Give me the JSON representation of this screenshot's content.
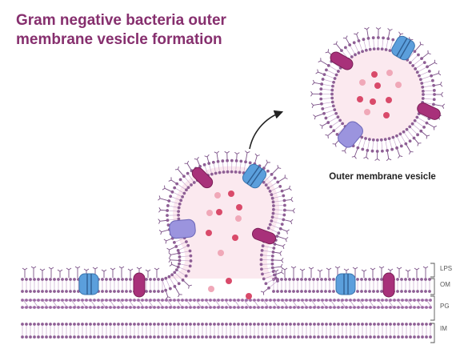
{
  "title_line1": "Gram negative bacteria outer",
  "title_line2": "membrane vesicle formation",
  "vesicle_label": "Outer membrane vesicle",
  "layers": [
    {
      "key": "lps",
      "label": "LPS"
    },
    {
      "key": "om",
      "label": "OM"
    },
    {
      "key": "pg",
      "label": "PG"
    },
    {
      "key": "im",
      "label": "IM"
    }
  ],
  "colors": {
    "title": "#862f6e",
    "membrane": "#8e5f95",
    "lps": "#7a4f86",
    "peptidoglycan": "#9c6aa4",
    "lumen": "#fbe9ef",
    "porin_blue": "#5b9fdc",
    "protein_magenta": "#a8317a",
    "protein_lavender": "#9b94de",
    "dot_red": "#d94a6a",
    "dot_pink": "#f0a8b8"
  },
  "icons": {
    "porin": "porin-channel-icon",
    "membrane_protein": "membrane-protein-icon",
    "transporter": "transporter-icon",
    "arrow": "curved-arrow-icon"
  }
}
